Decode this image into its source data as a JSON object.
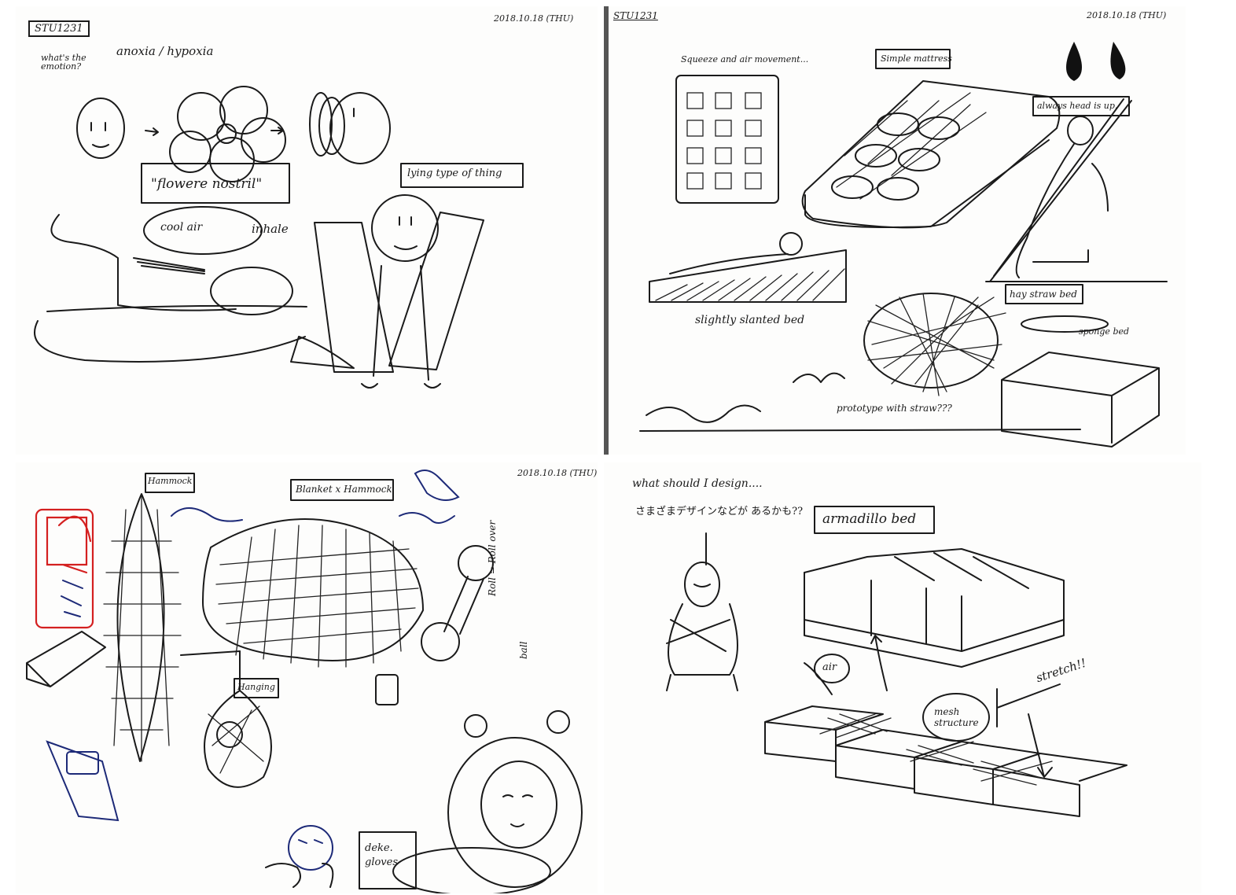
{
  "page1": {
    "code": "STU1231",
    "date": "2018.10.18 (THU)",
    "question": "what's the emotion?",
    "topic": "anoxia / hypoxia",
    "label_flower": "\"flowere nostril\"",
    "label_cool_air": "cool air",
    "label_inhale": "inhale",
    "label_lying": "lying type of thing"
  },
  "page2": {
    "code": "STU1231",
    "date": "2018.10.18 (THU)",
    "label_squeeze": "Squeeze and air movement...",
    "label_mattress": "Simple mattress",
    "label_head_up": "always head is up.",
    "label_hay": "hay straw bed",
    "label_slanted": "slightly slanted bed",
    "label_sponge": "sponge bed",
    "label_prototype": "prototype with straw???"
  },
  "page3": {
    "date": "2018.10.18 (THU)",
    "label_hammock": "Hammock",
    "label_blanket": "Blanket x Hammock",
    "label_hanging": "Hanging",
    "label_deke": "deke. gloves",
    "label_roll": "Roll = Roll over",
    "label_ball": "ball"
  },
  "page4": {
    "question": "what should I design....",
    "japanese": "さまざまデザインなどが あるかも??",
    "label_armadillo": "armadillo bed",
    "label_air": "air",
    "label_mesh": "mesh structure",
    "label_stretch": "stretch!!"
  },
  "colors": {
    "ink": "#1a1a1a",
    "red": "#d42020",
    "blue": "#1d2a78"
  }
}
